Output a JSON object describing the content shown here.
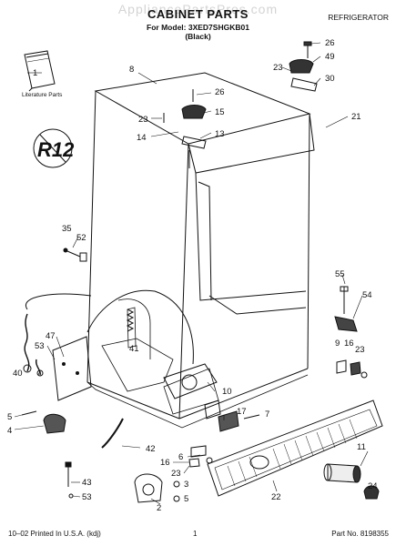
{
  "watermark": "AppliancePartsPros.com",
  "header": {
    "title": "CABINET PARTS",
    "model": "For Model: 3XED7SHGKB01",
    "color": "(Black)",
    "category": "REFRIGERATOR"
  },
  "literature_label": "Literature Parts",
  "refrigerant_badge": "R12",
  "callouts": [
    "1",
    "8",
    "26",
    "49",
    "23",
    "30",
    "26",
    "15",
    "23",
    "14",
    "13",
    "21",
    "35",
    "52",
    "55",
    "54",
    "47",
    "53",
    "40",
    "41",
    "9",
    "16",
    "23",
    "10",
    "17",
    "7",
    "5",
    "4",
    "42",
    "6",
    "16",
    "23",
    "3",
    "5",
    "11",
    "24",
    "22",
    "43",
    "53",
    "2"
  ],
  "footer": {
    "left": "10–02 Printed In U.S.A. (kdj)",
    "center": "1",
    "right": "Part No. 8198355"
  }
}
